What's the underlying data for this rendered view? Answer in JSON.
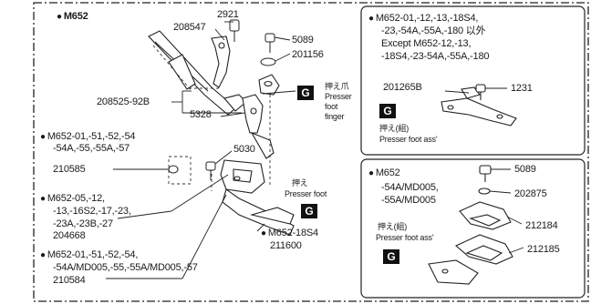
{
  "main": {
    "heading": "M652",
    "parts": {
      "p2921": "2921",
      "p208547": "208547",
      "p5089": "5089",
      "p201156": "201156",
      "p208525": "208525-92B",
      "p5328": "5328",
      "p5030": "5030"
    },
    "finger_jp": "押え爪",
    "finger_en1": "Presser",
    "finger_en2": "foot",
    "finger_en3": "finger",
    "foot_jp": "押え",
    "foot_en": "Presser foot",
    "g1": "G",
    "g2": "G",
    "grp1": {
      "line1": "M652-01,-51,-52,-54",
      "line2": "-54A,-55,-55A,-57",
      "part": "210585"
    },
    "grp2": {
      "line1": "M652-05,-12,",
      "line2": "-13,-16S2,-17,-23,",
      "line3": "-23A,-23B,-27",
      "part": "204668"
    },
    "grp3": {
      "line1": "M652-01,-51,-52,-54,",
      "line2": "-54A/MD005,-55,-55A/MD005,-57",
      "part": "210584"
    },
    "grp4": {
      "line1": "M652-18S4",
      "part": "211600"
    }
  },
  "box1": {
    "line1": "M652-01,-12,-13,-18S4,",
    "line2": "-23,-54A,-55A,-180 以外",
    "line3": "Except M652-12,-13,",
    "line4": "-18S4,-23-54A,-55A,-180",
    "p201265B": "201265B",
    "p1231": "1231",
    "g": "G",
    "asm_jp": "押え(組)",
    "asm_en": "Presser foot ass'"
  },
  "box2": {
    "line1": "M652",
    "line2": "-54A/MD005,",
    "line3": "-55A/MD005",
    "p5089": "5089",
    "p202875": "202875",
    "p212184": "212184",
    "p212185": "212185",
    "asm_jp": "押え(組)",
    "asm_en": "Presser foot ass'",
    "g": "G"
  }
}
